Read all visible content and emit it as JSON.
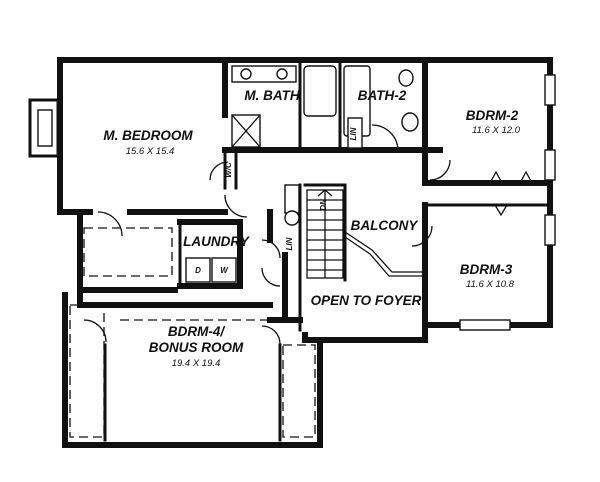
{
  "rooms": {
    "master_bedroom": {
      "label": "M. BEDROOM",
      "dims": "15.6 X 15.4"
    },
    "master_bath": {
      "label": "M. BATH"
    },
    "bath_2": {
      "label": "BATH-2"
    },
    "bedroom_2": {
      "label": "BDRM-2",
      "dims": "11.6 X 12.0"
    },
    "bedroom_3": {
      "label": "BDRM-3",
      "dims": "11.6 X 10.8"
    },
    "bedroom_4": {
      "label": "BDRM-4/",
      "label_line2": "BONUS ROOM",
      "dims": "19.4 X 19.4"
    },
    "laundry": {
      "label": "LAUNDRY"
    },
    "balcony": {
      "label": "BALCONY"
    },
    "open_to_foyer": {
      "label": "OPEN TO FOYER"
    }
  },
  "closets": {
    "master_wic": "W/C",
    "bath_lin": "LIN",
    "hall_lin": "LIN"
  },
  "appliances": {
    "dryer": "D",
    "washer": "W"
  },
  "stair": {
    "label": "DN"
  }
}
